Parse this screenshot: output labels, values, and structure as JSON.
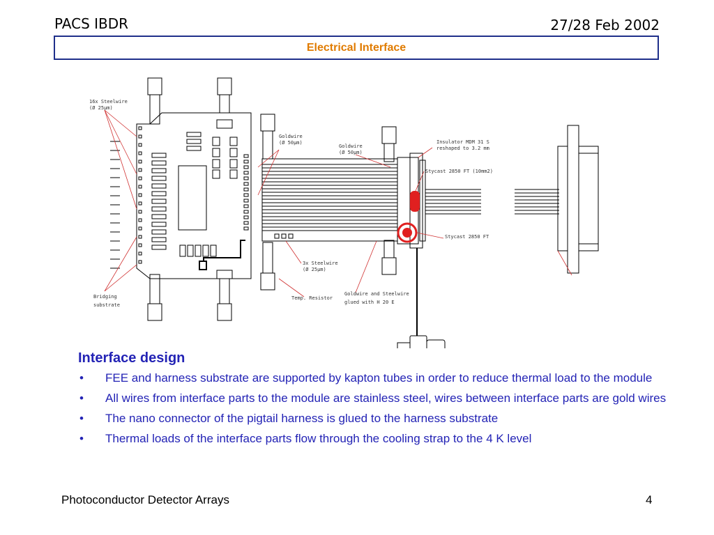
{
  "header": {
    "left": "PACS IBDR",
    "right": "27/28 Feb 2002"
  },
  "title": "Electrical Interface",
  "diagram": {
    "labels": {
      "steelwire16": [
        "16x Steelwire",
        "(Ø 25µm)"
      ],
      "goldwire1": [
        "Goldwire",
        "(Ø 50µm)"
      ],
      "goldwire2": [
        "Goldwire",
        "(Ø 50µm)"
      ],
      "insulator": [
        "Insulator MDM 31 S",
        "reshaped to 3.2 mm"
      ],
      "stycast_ft": [
        "Stycast 2850 FT (10mm2)"
      ],
      "stycast": [
        "Stycast 2850 FT"
      ],
      "steelwire3": [
        "3x Steelwire",
        "(Ø 25µm)"
      ],
      "temp_resistor": [
        "Temp. Resistor"
      ],
      "glued": [
        "Goldwire and Steelwire",
        "glued with H 20 E"
      ],
      "bridging": [
        "Bridging",
        "substrate"
      ]
    }
  },
  "content": {
    "heading": "Interface design",
    "bullets": [
      "FEE and harness substrate are supported by kapton tubes in order to reduce thermal load to the module",
      "All wires from interface parts to the module are stainless steel, wires between interface parts are gold wires",
      "The nano connector of the pigtail harness is glued to the harness substrate",
      "Thermal loads of the interface parts flow through the cooling strap to the 4 K level"
    ],
    "bullet_char": "•"
  },
  "footer": {
    "left": "Photoconductor Detector Arrays",
    "page": "4"
  }
}
